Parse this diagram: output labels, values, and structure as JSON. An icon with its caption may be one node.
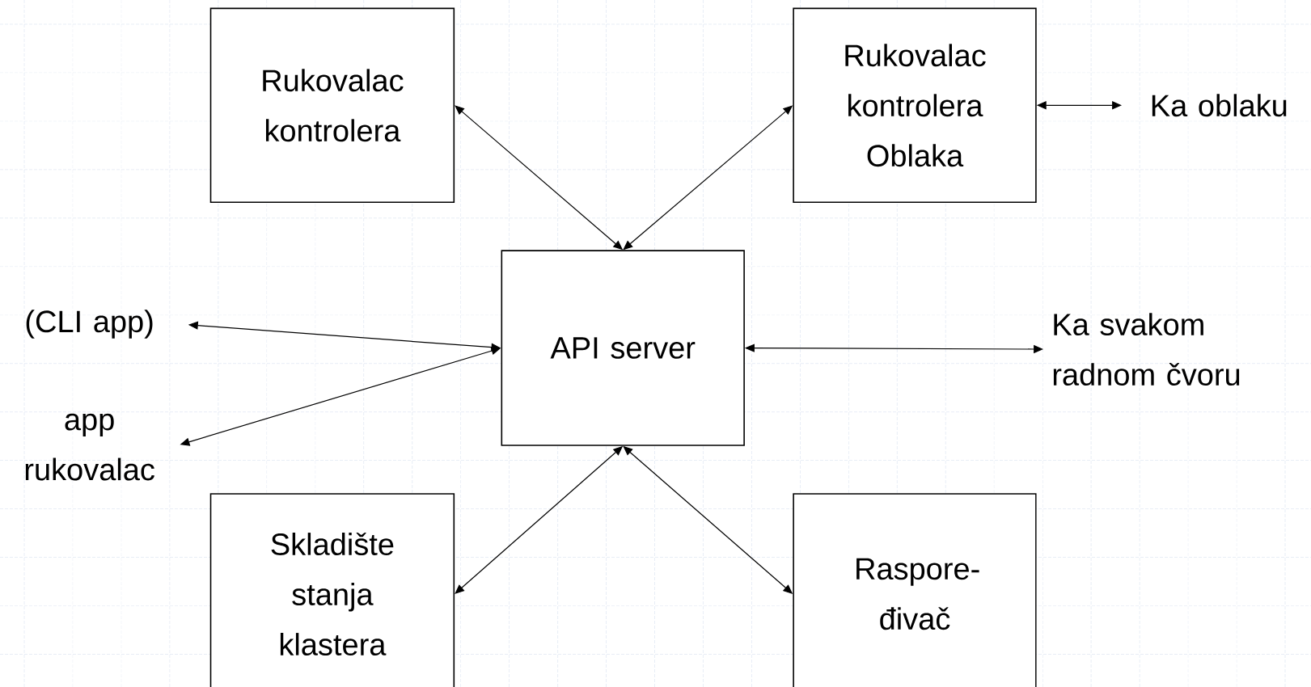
{
  "diagram": {
    "nodes": [
      {
        "text": [
          "Rukovalac kontrolera"
        ]
      },
      {
        "text": [
          "Rukovalac kontrolera Oblaka"
        ]
      },
      {
        "text": [
          "Ka oblaku"
        ]
      },
      {
        "text": [
          "(CLI app)"
        ]
      },
      {
        "text": [
          "app rukovalac"
        ]
      },
      {
        "text": [
          "API server"
        ]
      },
      {
        "text": [
          "Ka svakom radnom čvoru"
        ]
      },
      {
        "text": [
          "Skladište stanja klastera"
        ]
      },
      {
        "text": [
          "Raspore-đivač"
        ]
      }
    ],
    "edges": [
      {
        "from": 0,
        "to": 5,
        "arrow": "both"
      },
      {
        "from": 1,
        "to": 5,
        "arrow": "both"
      },
      {
        "from": 1,
        "to": 2,
        "arrow": "both"
      },
      {
        "from": 3,
        "to": 5,
        "arrow": "both"
      },
      {
        "from": 4,
        "to": 5,
        "arrow": "both"
      },
      {
        "from": 5,
        "to": 6,
        "arrow": "both"
      },
      {
        "from": 7,
        "to": 5,
        "arrow": "both"
      },
      {
        "from": 8,
        "to": 5,
        "arrow": "both"
      }
    ]
  }
}
